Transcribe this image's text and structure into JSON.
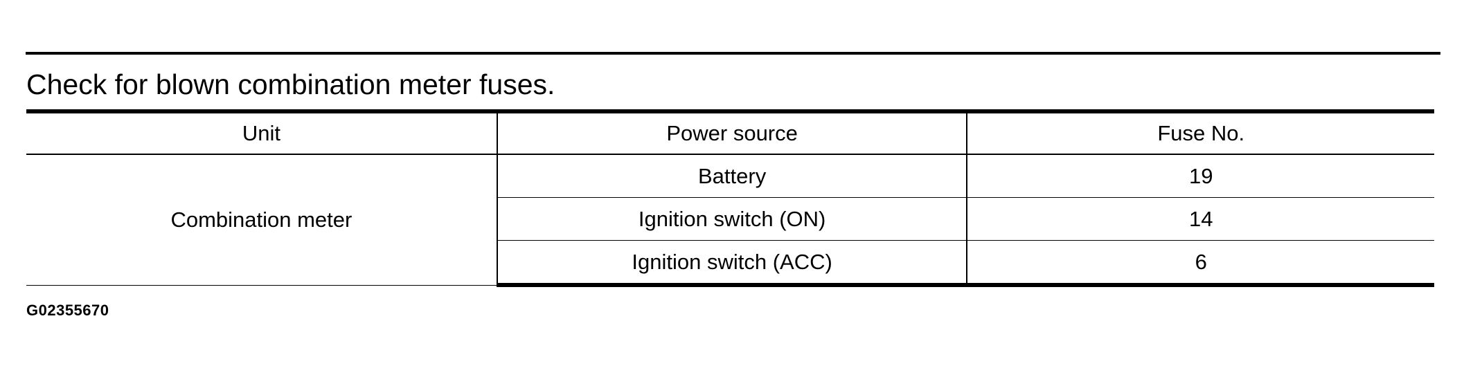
{
  "heading": "Check for blown combination meter fuses.",
  "table": {
    "headers": {
      "unit": "Unit",
      "power_source": "Power source",
      "fuse_no": "Fuse No."
    },
    "unit_name": "Combination meter",
    "rows": [
      {
        "power_source": "Battery",
        "fuse_no": "19"
      },
      {
        "power_source": "Ignition switch (ON)",
        "fuse_no": "14"
      },
      {
        "power_source": "Ignition switch (ACC)",
        "fuse_no": "6"
      }
    ]
  },
  "figure_id": "G02355670"
}
